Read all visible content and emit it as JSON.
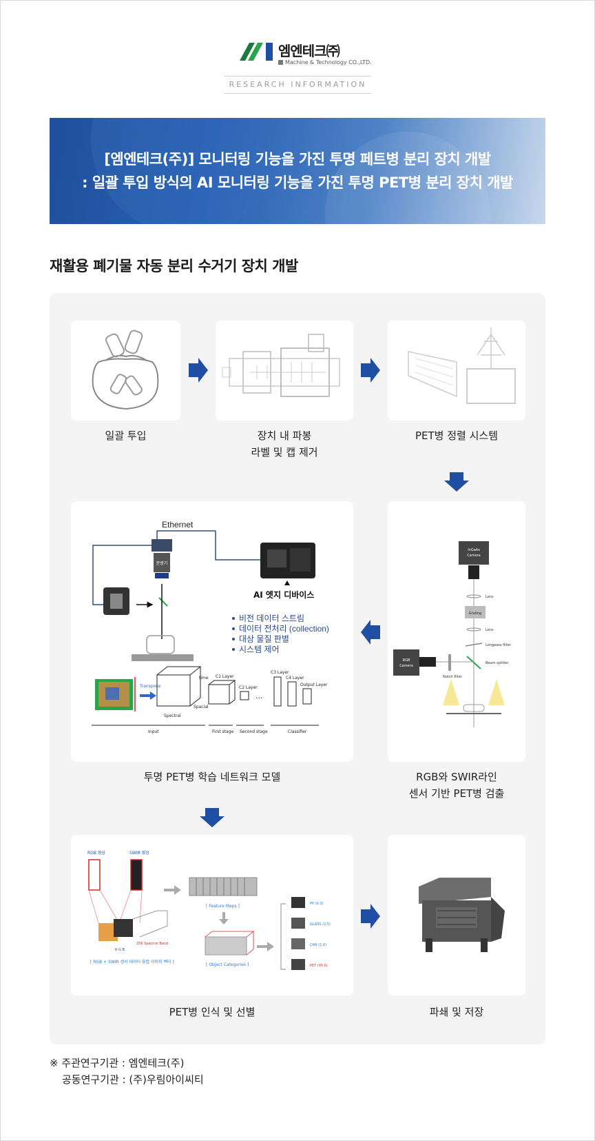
{
  "header": {
    "logo_name": "엠엔테크㈜",
    "logo_sub": "Machine & Technology CO.,LTD.",
    "research_label": "RESEARCH INFORMATION"
  },
  "banner": {
    "line1": "[엠엔테크(주)]  모니터링 기능을 가진 투명 페트병 분리 장치 개발",
    "line2": ": 일괄 투입 방식의 AI 모니터링 기능을 가진 투명 PET병 분리 장치 개발"
  },
  "section": {
    "title": "재활용 폐기물 자동 분리 수거기 장치 개발"
  },
  "steps": {
    "s1": "일괄 투입",
    "s2_l1": "장치 내 파봉",
    "s2_l2": "라벨 및 캡 제거",
    "s3": "PET병 정렬 시스템",
    "s4": "투명 PET병 학습 네트워크 모델",
    "s5_l1": "RGB와 SWIR라인",
    "s5_l2": "센서 기반 PET병 검출",
    "s6": "PET병 인식 및 선별",
    "s7": "파쇄 및 저장"
  },
  "network_diagram": {
    "ethernet": "Ethernet",
    "device": "AI 엣지 디바이스",
    "splitter": "분광기",
    "bullets": [
      "비전 데이터 스트림",
      "데이터 전처리 (collection)",
      "대상 물질 판별",
      "시스템 제어"
    ],
    "cnn": {
      "transpose": "Transpose",
      "time": "time",
      "c1": "C1 Layer",
      "c2": "C2 Layer",
      "c3": "C3 Layer",
      "c4": "C4 Layer",
      "output": "Output Layer",
      "spectral": "Spectral",
      "spacial": "Spacial",
      "input": "Input",
      "first": "First stage",
      "second": "Second stage",
      "classifier": "Classifier",
      "dots": "..."
    }
  },
  "optics_diagram": {
    "ingaas": "InGaAs",
    "camera": "Camera",
    "lens": "Lens",
    "grating": "Grating",
    "longpass": "Longpass filter",
    "beam": "Beam splitter",
    "rgb": "RGB",
    "notch": "Notch filter"
  },
  "recognition_diagram": {
    "rgb_img": "RGB 영상",
    "swir_img": "SWIR 영상",
    "feature": "[ Feature Maps ]",
    "objects": "[ Object Categories ]",
    "fusion": "[ RGB + SWIR 센서 데이터 융합 이미지 벡터 ]",
    "band": "256 Spectral Band",
    "rgb_axis": "R G B",
    "classes": [
      "PP (0.3)",
      "GLASS (2.5)",
      "CAN (1.6)",
      "PET (95.6)"
    ]
  },
  "notes": {
    "line1": "※ 주관연구기관 : 엠엔테크(주)",
    "line2": "공동연구기관 : (주)우림아이씨티"
  },
  "colors": {
    "arrow": "#1e4fa3",
    "banner": "#2a62b5",
    "highlight_class": "#d9331f",
    "class_text": "#2e7bd6"
  }
}
